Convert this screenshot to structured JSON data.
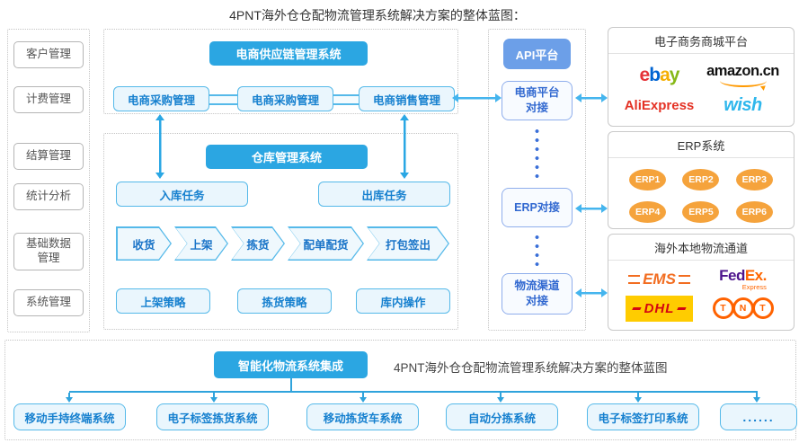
{
  "page": {
    "title": "4PNT海外仓仓配物流管理系统解决方案的整体蓝图："
  },
  "sidebar": {
    "items": [
      "客户管理",
      "计费管理",
      "结算管理",
      "统计分析",
      "基础数据管理",
      "系统管理"
    ]
  },
  "ecommerce_section": {
    "title": "电商供应链管理系统",
    "modules": [
      "电商采购管理",
      "电商采购管理",
      "电商销售管理"
    ]
  },
  "warehouse_section": {
    "title": "仓库管理系统",
    "inbound": "入库任务",
    "outbound": "出库任务",
    "process_steps": [
      "收货",
      "上架",
      "拣货",
      "配单配货",
      "打包签出"
    ],
    "strategies": [
      "上架策略",
      "拣货策略",
      "库内操作"
    ]
  },
  "api_section": {
    "title": "API平台",
    "nodes": [
      "电商平台对接",
      "ERP对接",
      "物流渠道对接"
    ]
  },
  "platforms_panel": {
    "title": "电子商务商城平台",
    "ebay_letters": [
      "e",
      "b",
      "a",
      "y"
    ],
    "amazon_name": "amazon",
    "amazon_tld": ".cn",
    "aliexpress": "AliExpress",
    "wish": "wish"
  },
  "erp_panel": {
    "title": "ERP系统",
    "items": [
      "ERP1",
      "ERP2",
      "ERP3",
      "ERP4",
      "ERP5",
      "ERP6"
    ]
  },
  "logistics_panel": {
    "title": "海外本地物流通道",
    "ems": "EMS",
    "fedex_fed": "Fed",
    "fedex_ex": "Ex",
    "fedex_express": "Express",
    "dhl": "DHL",
    "tnt_letters": [
      "T",
      "N",
      "T"
    ]
  },
  "integration_section": {
    "title": "智能化物流系统集成",
    "caption": "4PNT海外仓仓配物流管理系统解决方案的整体蓝图",
    "systems": [
      "移动手持终端系统",
      "电子标签拣货系统",
      "移动拣货车系统",
      "自动分拣系统",
      "电子标签打印系统",
      "......"
    ]
  },
  "colors": {
    "accent_blue": "#2BA6E2",
    "light_box_border": "#55B9E9",
    "light_box_text": "#1680CF",
    "api_blue": "#6C9FE8",
    "erp_orange": "#F5A33C",
    "arrow_blue": "#45B5EE"
  }
}
